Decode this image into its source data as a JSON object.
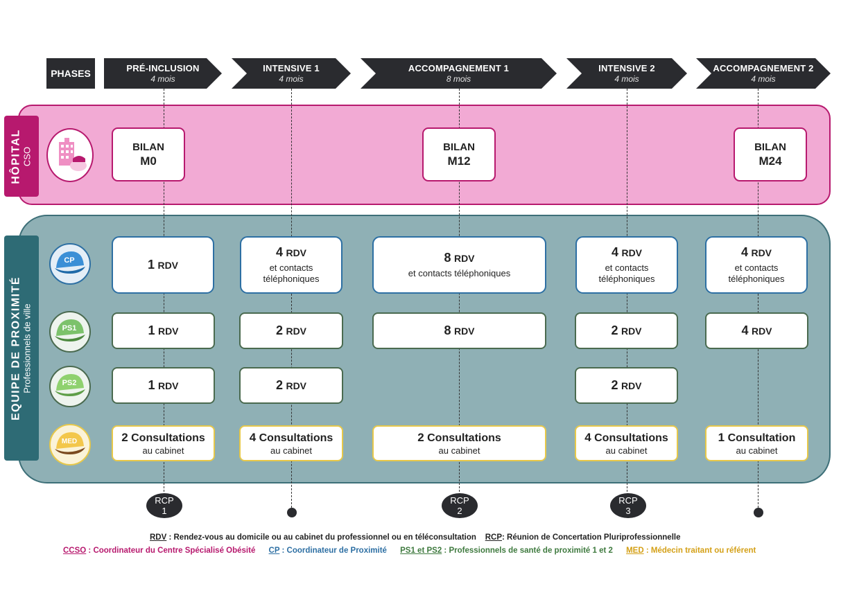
{
  "header": {
    "phases_label": "PHASES",
    "phases": [
      {
        "name": "PRÉ-INCLUSION",
        "duration": "4 mois"
      },
      {
        "name": "INTENSIVE 1",
        "duration": "4 mois"
      },
      {
        "name": "ACCOMPAGNEMENT 1",
        "duration": "8 mois"
      },
      {
        "name": "INTENSIVE 2",
        "duration": "4 mois"
      },
      {
        "name": "ACCOMPAGNEMENT 2",
        "duration": "4 mois"
      }
    ]
  },
  "hospital": {
    "title": "HÔPITAL",
    "subtitle": "CSO",
    "bilans": [
      {
        "label": "BILAN",
        "month": "M0"
      },
      {
        "label": "BILAN",
        "month": "M12"
      },
      {
        "label": "BILAN",
        "month": "M24"
      }
    ]
  },
  "team": {
    "title": "EQUIPE DE PROXIMITÉ",
    "subtitle": "Professionnels de ville",
    "cp": {
      "icon_label": "CP",
      "cells": [
        {
          "num": "1",
          "unit": "RDV",
          "sub": ""
        },
        {
          "num": "4",
          "unit": "RDV",
          "sub": "et contacts téléphoniques"
        },
        {
          "num": "8",
          "unit": "RDV",
          "sub": "et contacts téléphoniques"
        },
        {
          "num": "4",
          "unit": "RDV",
          "sub": "et contacts téléphoniques"
        },
        {
          "num": "4",
          "unit": "RDV",
          "sub": "et contacts téléphoniques"
        }
      ]
    },
    "ps1": {
      "icon_label": "PS1",
      "cells": [
        {
          "num": "1",
          "unit": "RDV"
        },
        {
          "num": "2",
          "unit": "RDV"
        },
        {
          "num": "8",
          "unit": "RDV"
        },
        {
          "num": "2",
          "unit": "RDV"
        },
        {
          "num": "4",
          "unit": "RDV"
        }
      ]
    },
    "ps2": {
      "icon_label": "PS2",
      "cells": [
        {
          "num": "1",
          "unit": "RDV"
        },
        {
          "num": "2",
          "unit": "RDV"
        },
        {
          "num": "2",
          "unit": "RDV"
        }
      ]
    },
    "med": {
      "icon_label": "MED",
      "cells": [
        {
          "num": "2",
          "unit": "Consultations",
          "sub": "au cabinet"
        },
        {
          "num": "4",
          "unit": "Consultations",
          "sub": "au cabinet"
        },
        {
          "num": "2",
          "unit": "Consultations",
          "sub": "au cabinet"
        },
        {
          "num": "4",
          "unit": "Consultations",
          "sub": "au cabinet"
        },
        {
          "num": "1",
          "unit": "Consultation",
          "sub": "au cabinet"
        }
      ]
    }
  },
  "rcp": [
    {
      "label": "RCP",
      "num": "1"
    },
    {
      "label": "RCP",
      "num": "2"
    },
    {
      "label": "RCP",
      "num": "3"
    }
  ],
  "legend": {
    "rdv_abbr": "RDV",
    "rdv_text": " : Rendez-vous au domicile ou au cabinet du professionnel ou en téléconsultation",
    "rcp_abbr": "RCP",
    "rcp_text": ": Réunion de Concertation Pluriprofessionnelle",
    "ccso_abbr": "CCSO",
    "ccso_text": " : Coordinateur du Centre Spécialisé Obésité",
    "cp_abbr": "CP",
    "cp_text": " : Coordinateur de Proximité",
    "ps_abbr": "PS1 et PS2",
    "ps_text": " : Professionnels de santé de proximité 1 et 2",
    "med_abbr": "MED",
    "med_text": " : Médecin traitant ou référent"
  },
  "colors": {
    "dark": "#2a2b2f",
    "hospital_fill": "#f2aad4",
    "hospital_accent": "#b7196e",
    "team_fill": "#8fb0b5",
    "team_accent": "#2e6b75",
    "cp_blue": "#2d6fa3",
    "ps_green": "#4a6a4f",
    "med_yellow": "#e7c84a",
    "legend_ccso": "#b7196e",
    "legend_cp": "#2d6fa3",
    "legend_ps": "#3f7a3f",
    "legend_med": "#d4a017"
  }
}
